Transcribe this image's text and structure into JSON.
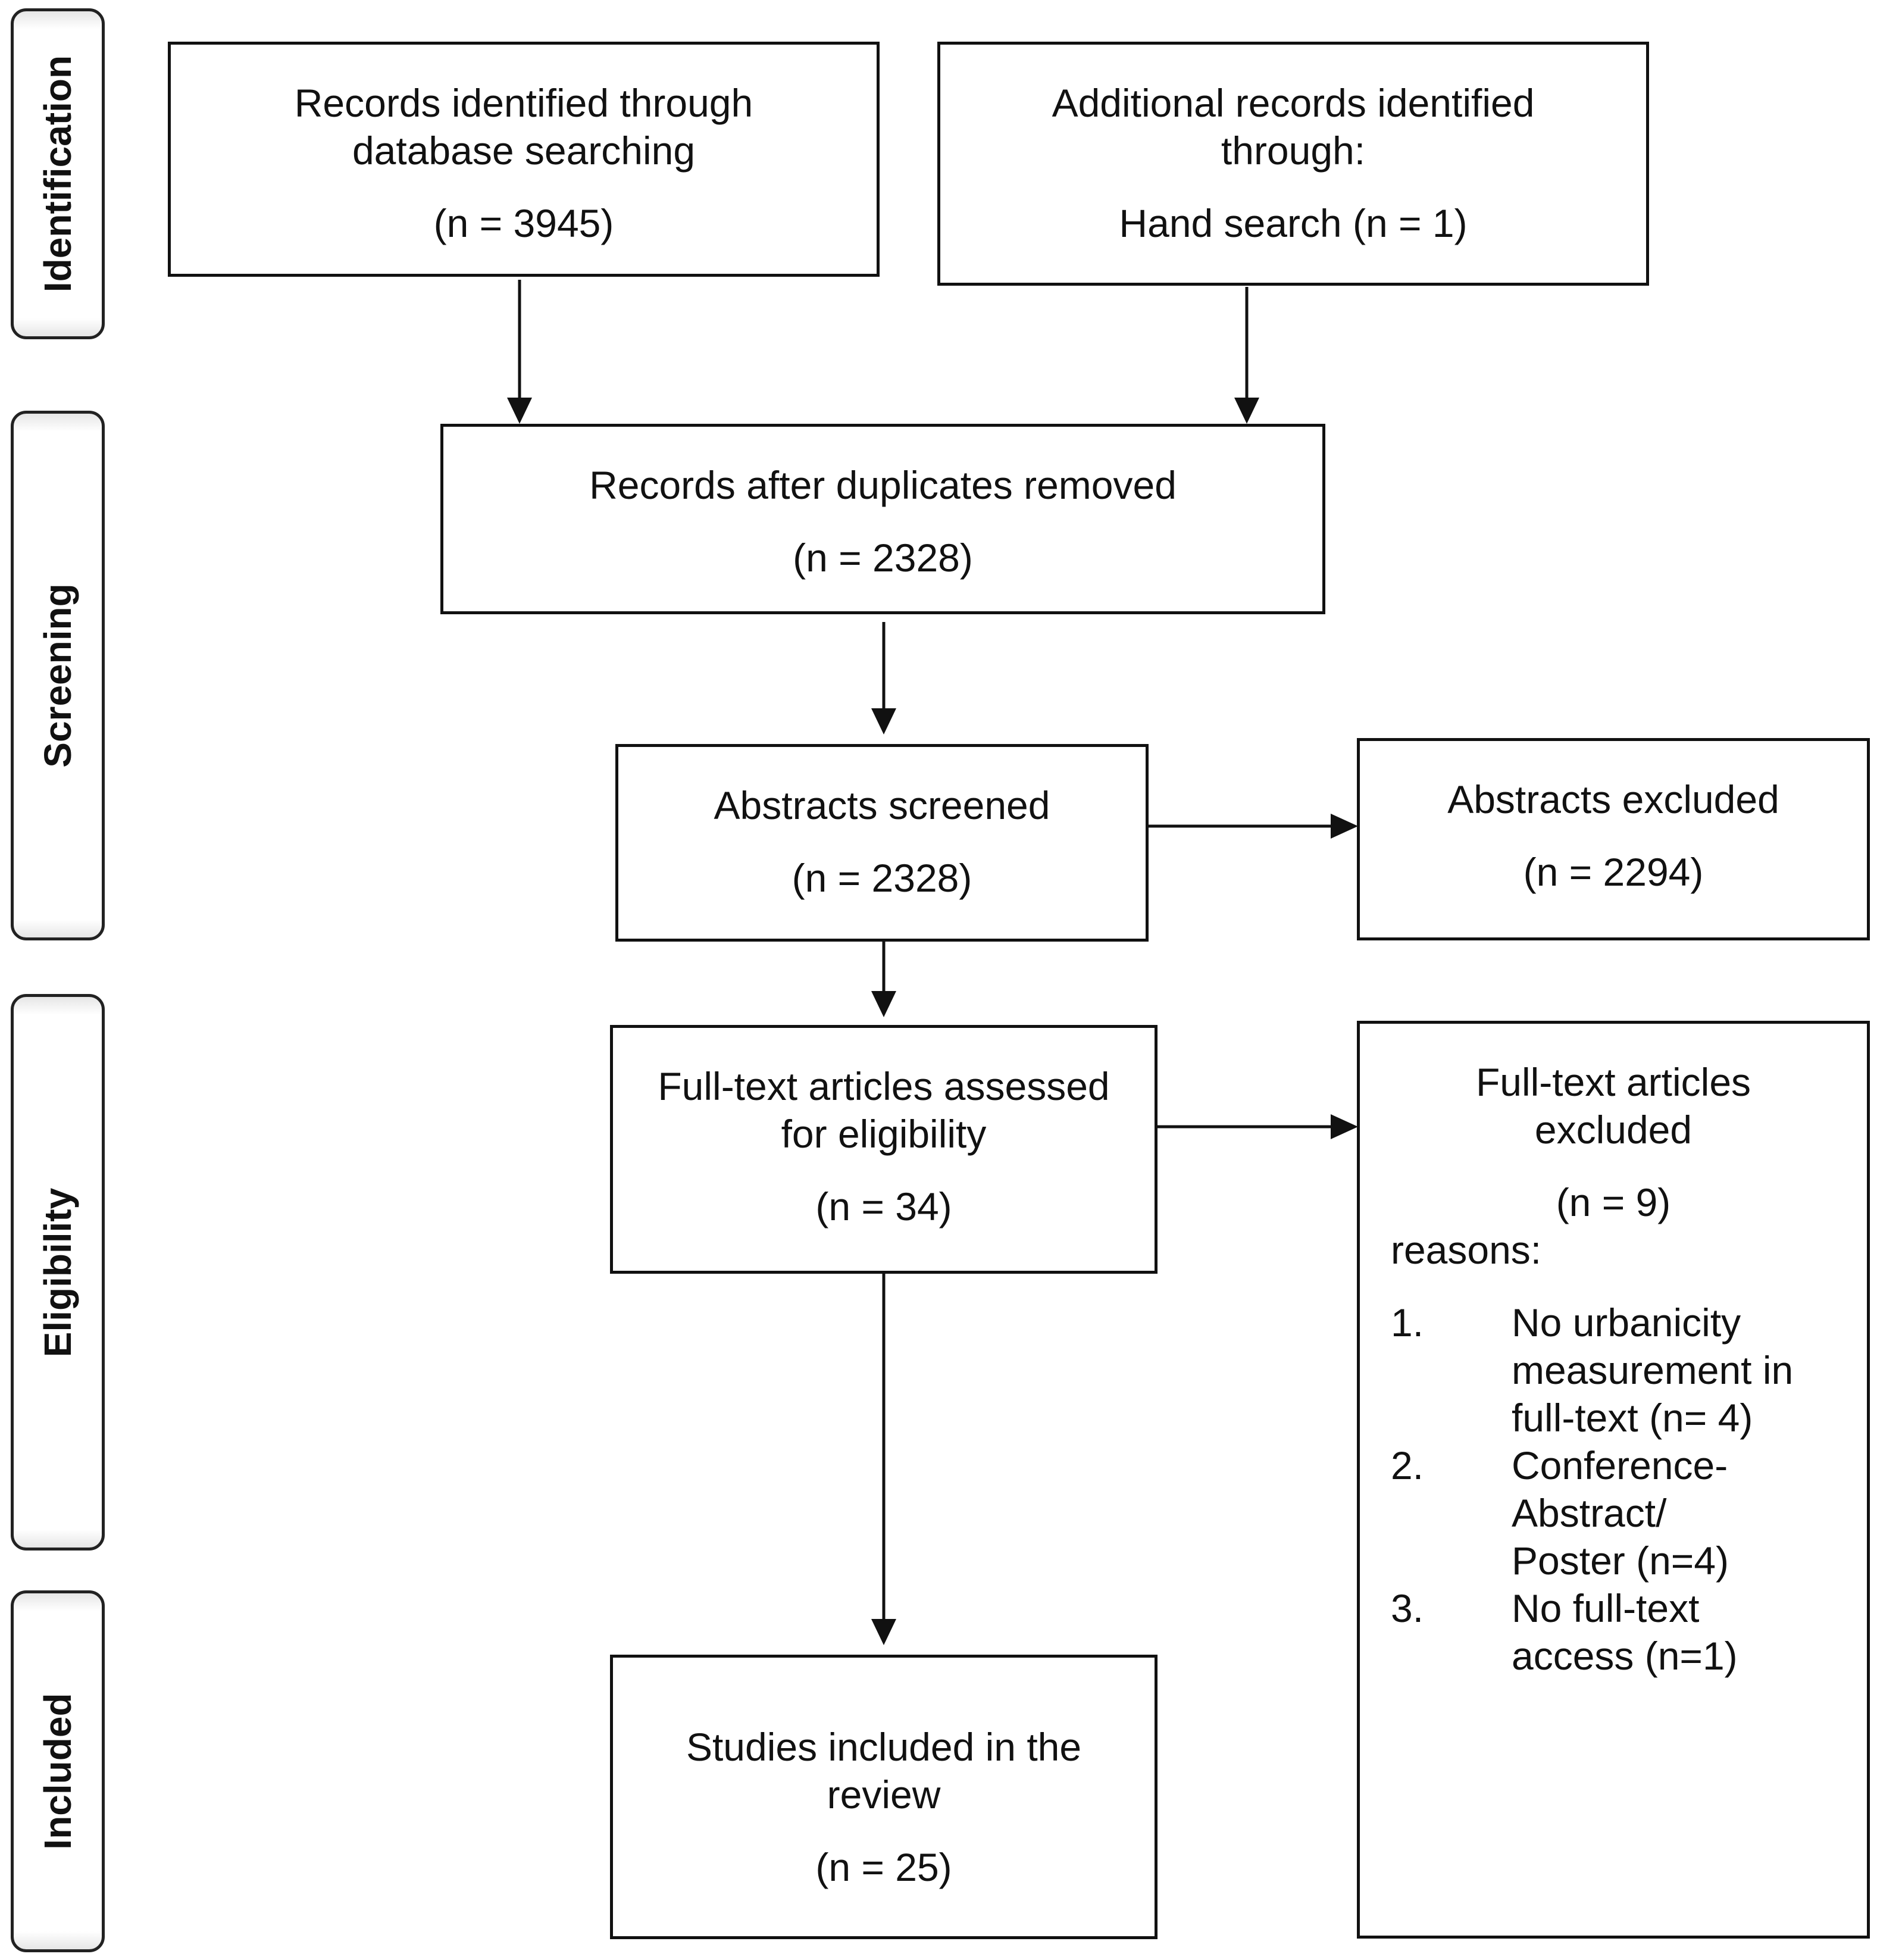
{
  "phases": {
    "identification": "Identification",
    "screening": "Screening",
    "eligibility": "Eligibility",
    "included": "Included"
  },
  "boxes": {
    "database_search": {
      "text": "Records identified through database searching",
      "count": "(n = 3945)"
    },
    "additional_records": {
      "text": "Additional records identified through:",
      "detail": "Hand search (n = 1)"
    },
    "duplicates_removed": {
      "text": "Records after duplicates removed",
      "count": "(n = 2328)"
    },
    "abstracts_screened": {
      "text": "Abstracts screened",
      "count": "(n = 2328)"
    },
    "abstracts_excluded": {
      "text": "Abstracts excluded",
      "count": "(n = 2294)"
    },
    "fulltext_assessed": {
      "text": "Full-text articles assessed for eligibility",
      "count": "(n = 34)"
    },
    "fulltext_excluded": {
      "text": "Full-text articles excluded",
      "count": "(n = 9)",
      "reasons_label": "reasons:",
      "reasons": [
        {
          "num": "1.",
          "text": "No urbanicity measurement in full-text (n= 4)"
        },
        {
          "num": "2.",
          "text": "Conference-Abstract/ Poster (n=4)"
        },
        {
          "num": "3.",
          "text": "No full-text access (n=1)"
        }
      ]
    },
    "studies_included": {
      "text": "Studies included in the review",
      "count": "(n = 25)"
    }
  }
}
